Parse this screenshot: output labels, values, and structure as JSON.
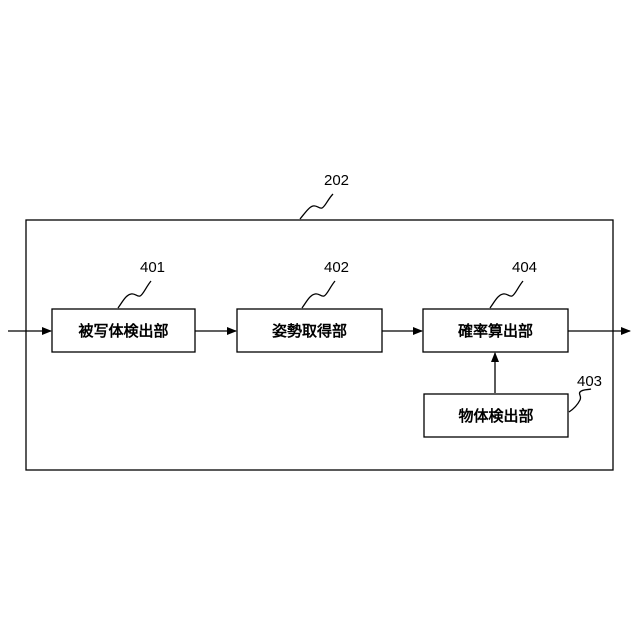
{
  "container": {
    "ref": "202"
  },
  "blocks": [
    {
      "id": "subject-detection",
      "label": "被写体検出部",
      "ref": "401"
    },
    {
      "id": "posture-acquisition",
      "label": "姿勢取得部",
      "ref": "402"
    },
    {
      "id": "object-detection",
      "label": "物体検出部",
      "ref": "403"
    },
    {
      "id": "probability-calculation",
      "label": "確率算出部",
      "ref": "404"
    }
  ],
  "colors": {
    "line": "#000000",
    "background": "#ffffff"
  }
}
